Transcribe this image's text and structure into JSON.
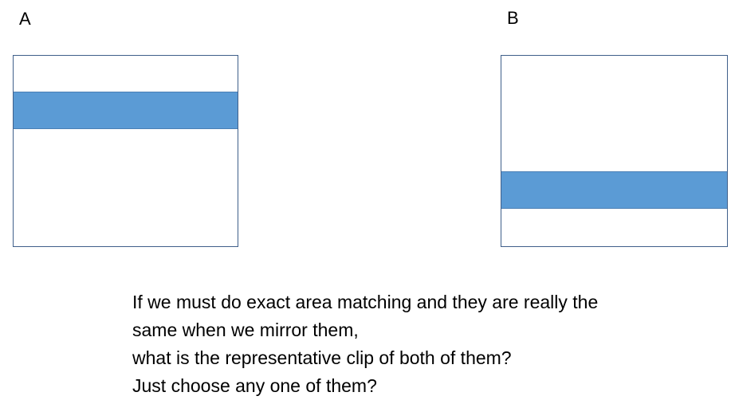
{
  "panels": [
    {
      "label": "A",
      "band_color": "#5b9bd5"
    },
    {
      "label": "B",
      "band_color": "#5b9bd5"
    }
  ],
  "question": {
    "lines": [
      "If we must do exact area matching and they are really the",
      "same when we mirror them,",
      "what is the representative clip of both of them?",
      "Just choose any one of them?"
    ]
  }
}
